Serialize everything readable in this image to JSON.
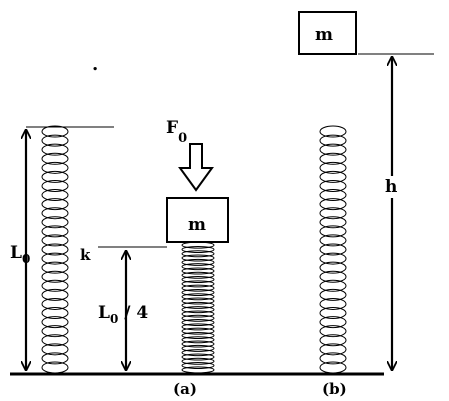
{
  "labels": {
    "dot": ".",
    "mass": "m",
    "force": "F",
    "force_sub": "0",
    "L0_main": "L",
    "L0_sub": "0",
    "k": "k",
    "quarter_main": "L",
    "quarter_sub": "0",
    "quarter_rest": " / 4",
    "h": "h",
    "a": "(a)",
    "b": "(b)"
  }
}
